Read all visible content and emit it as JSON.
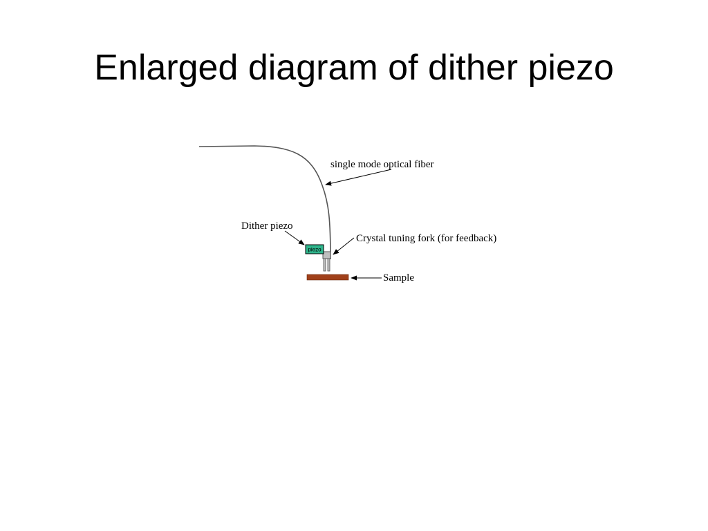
{
  "slide": {
    "title": "Enlarged diagram of dither piezo"
  },
  "diagram": {
    "labels": {
      "fiber": "single mode optical fiber",
      "dither_piezo": "Dither piezo",
      "tuning_fork": "Crystal tuning fork (for feedback)",
      "sample": "Sample",
      "piezo_block": "piezo"
    },
    "colors": {
      "piezo_fill": "#2fb58c",
      "fork_fill": "#bfbfbf",
      "sample_fill": "#a0401a",
      "line": "#000000"
    }
  }
}
